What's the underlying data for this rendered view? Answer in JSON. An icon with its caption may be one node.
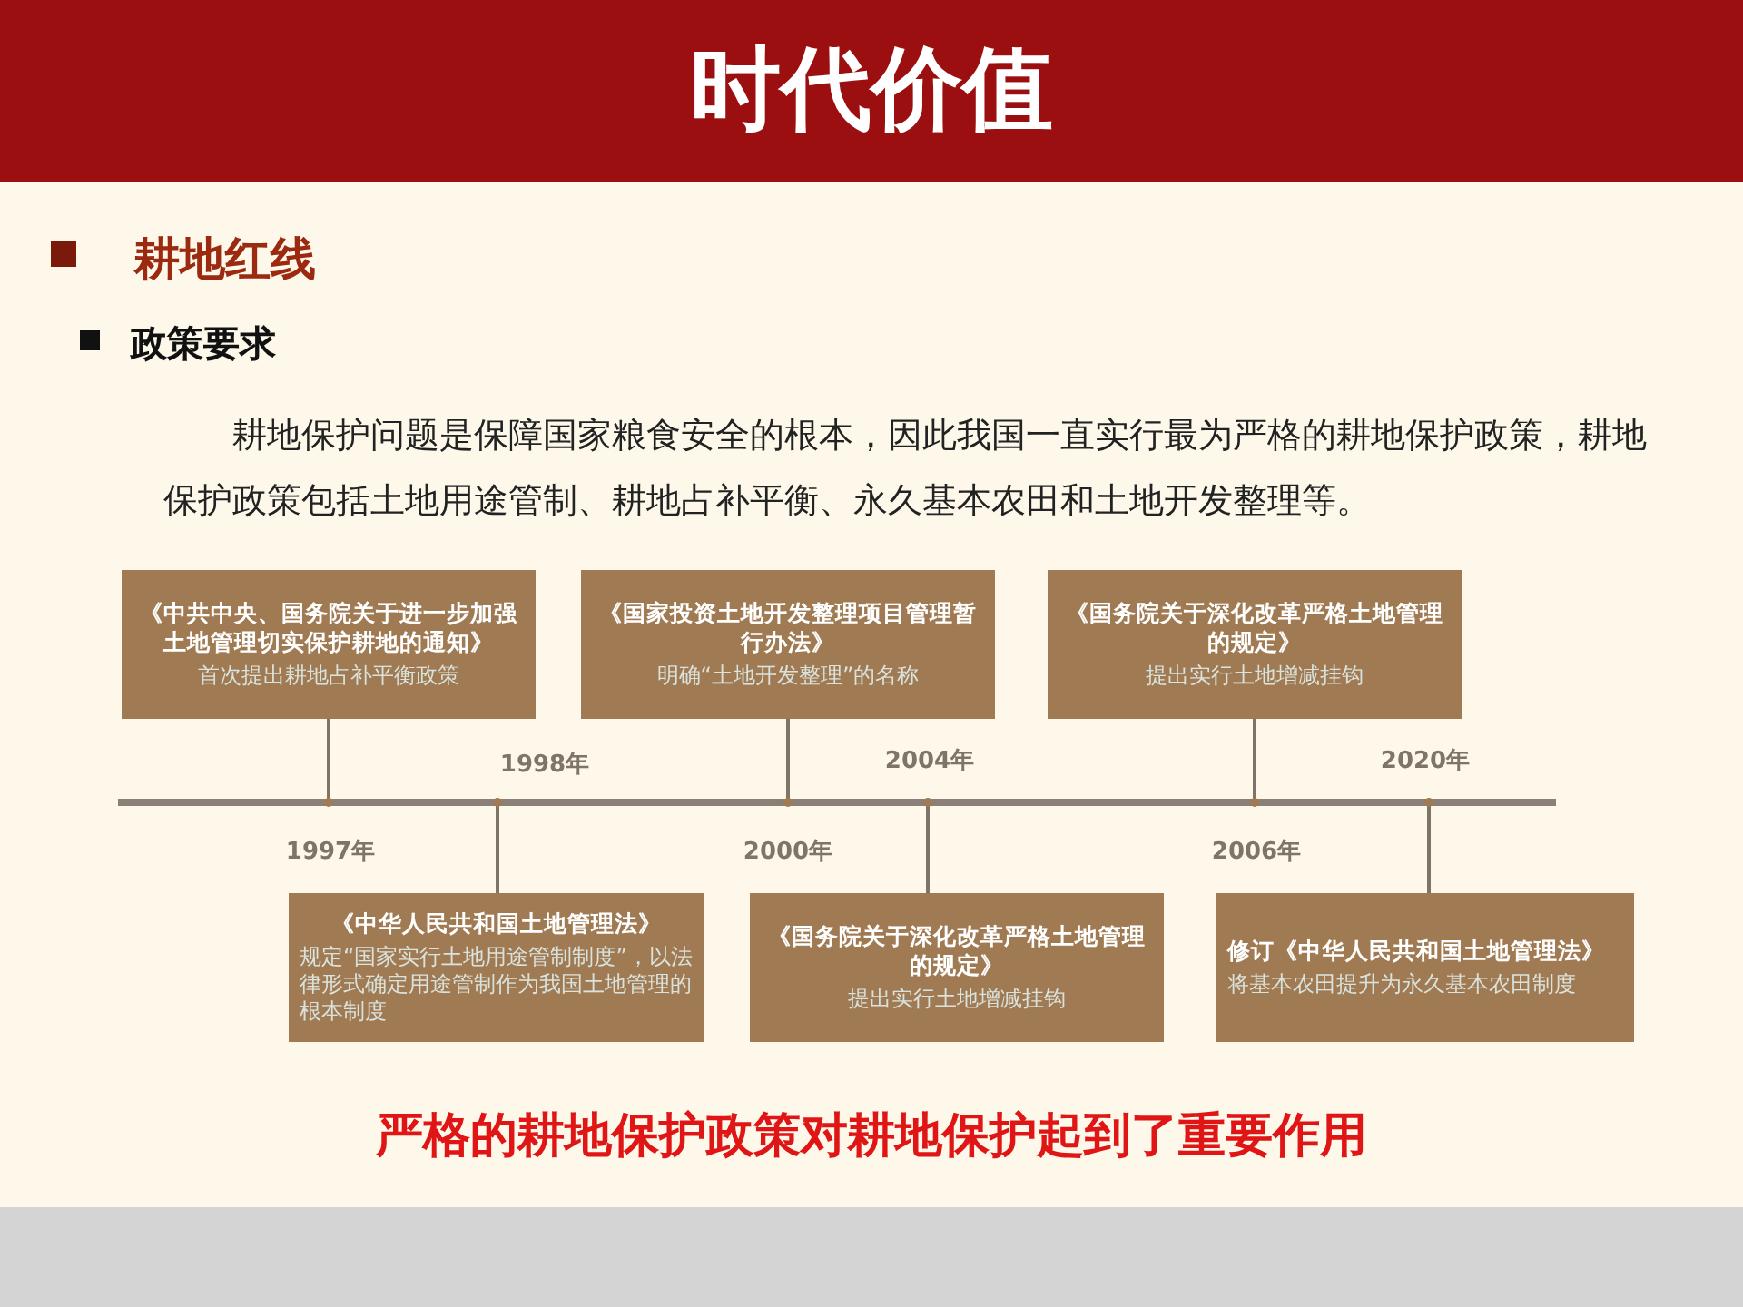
{
  "diagram": {
    "title": "时代价值",
    "nodes": [
      {
        "text": [
          "《中共中央、国务院关于进一步加强土地管理切实保护耕地的通知》",
          "首次提出耕地占补平衡政策"
        ]
      },
      {
        "text": [
          "《中华人民共和国土地管理法》",
          "规定“国家实行土地用途管制制度”，以法律形式确定用途管制作为我国土地管理的根本制度"
        ]
      },
      {
        "text": [
          "《国家投资土地开发整理项目管理暂行办法》",
          "明确“土地开发整理”的名称"
        ]
      },
      {
        "text": [
          "《国务院关于深化改革严格土地管理的规定》",
          "提出实行土地增减挂钩"
        ]
      },
      {
        "text": [
          "《国务院关于深化改革严格土地管理的规定》",
          "提出实行土地增减挂钩"
        ]
      },
      {
        "text": [
          "修订《中华人民共和国土地管理法》",
          "将基本农田提升为永久基本农田制度"
        ]
      }
    ],
    "labels": [
      "耕地红线",
      "政策要求",
      "耕地保护问题是保障国家粮食安全的根本，因此我国一直实行最为严格的耕地保护政策，耕地保护政策包括土地用途管制、耕地占补平衡、永久基本农田和土地开发整理等。",
      "1998年",
      "2004年",
      "2020年",
      "1997年",
      "2000年",
      "2006年",
      "严格的耕地保护政策对耕地保护起到了重要作用"
    ]
  }
}
